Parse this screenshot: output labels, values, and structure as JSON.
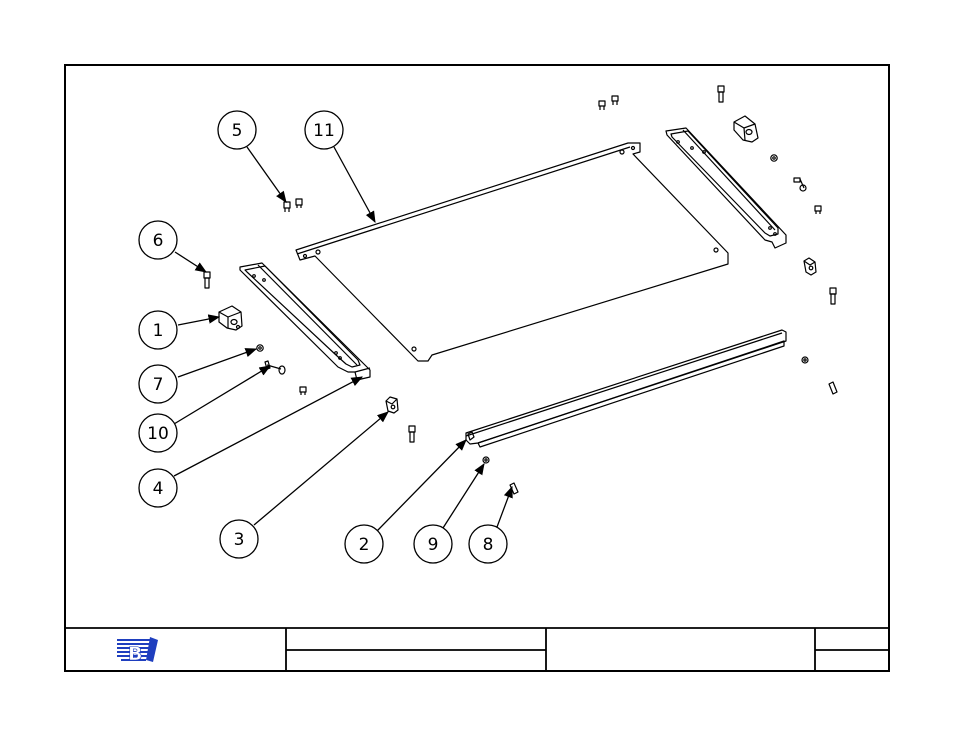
{
  "callouts": [
    {
      "id": "callout-5",
      "label": "5"
    },
    {
      "id": "callout-11",
      "label": "11"
    },
    {
      "id": "callout-6",
      "label": "6"
    },
    {
      "id": "callout-1",
      "label": "1"
    },
    {
      "id": "callout-7",
      "label": "7"
    },
    {
      "id": "callout-10",
      "label": "10"
    },
    {
      "id": "callout-4",
      "label": "4"
    },
    {
      "id": "callout-3",
      "label": "3"
    },
    {
      "id": "callout-2",
      "label": "2"
    },
    {
      "id": "callout-9",
      "label": "9"
    },
    {
      "id": "callout-8",
      "label": "8"
    }
  ],
  "title_block": {
    "logo_letter": "B",
    "logo_color": "#1f3fbf"
  }
}
